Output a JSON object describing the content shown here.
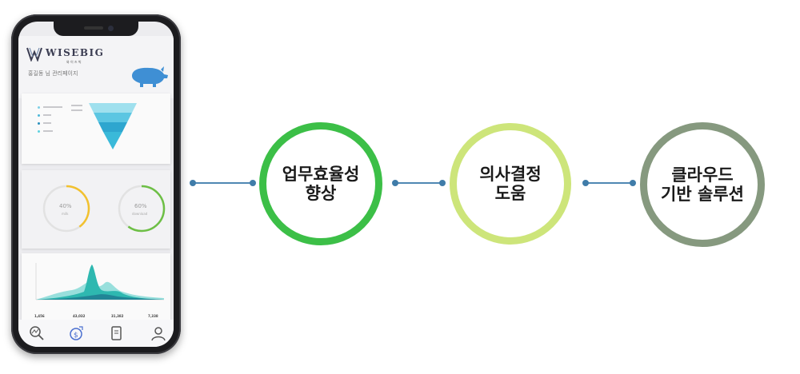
{
  "phone": {
    "brand": "WISEBIG",
    "brand_sub": "와 이 즈 빅",
    "user_label": "홍길동 님 관리페이지",
    "ring_left": {
      "value": "40%",
      "label": "milk",
      "percent": 40
    },
    "ring_right": {
      "value": "60%",
      "label": "download",
      "percent": 60
    },
    "stats": [
      "1,456",
      "43,032",
      "31,382",
      "7,338"
    ],
    "colors": {
      "ring_left": "#f2c12e",
      "ring_right": "#6dbf45",
      "funnel": "#3aa8c8",
      "wave": "#2eb8b0"
    }
  },
  "flow": {
    "steps": [
      {
        "lines": [
          "업무효율성",
          "향상"
        ],
        "color": "#3cbf47"
      },
      {
        "lines": [
          "의사결정",
          "도움"
        ],
        "color": "#cde57a"
      },
      {
        "lines": [
          "클라우드",
          "기반 솔루션"
        ],
        "color": "#86997f"
      }
    ],
    "connector_color": "#4f88b3"
  }
}
